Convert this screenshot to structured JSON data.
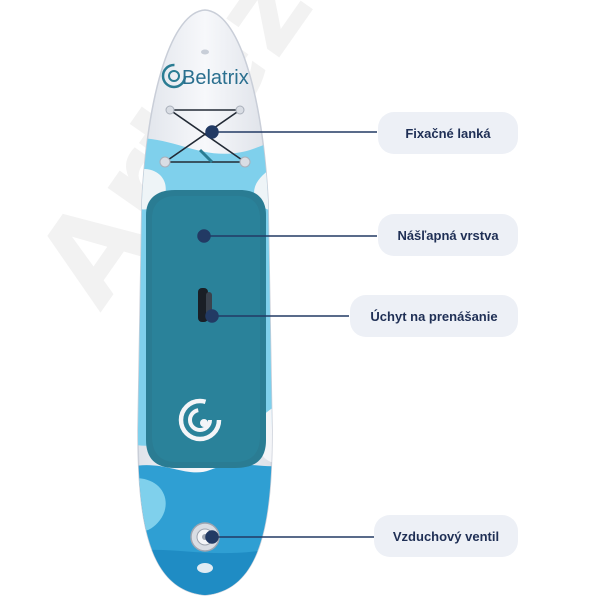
{
  "brand": {
    "name": "Belatrix"
  },
  "watermark": {
    "text": "Arteze"
  },
  "callouts": [
    {
      "label": "Fixačné lanká"
    },
    {
      "label": "Nášľapná vrstva"
    },
    {
      "label": "Úchyt na prenášanie"
    },
    {
      "label": "Vzduchový ventil"
    }
  ],
  "colors": {
    "board_white": "#f4f5f8",
    "light_blue": "#7fd0ec",
    "mid_blue": "#2f9fd3",
    "deck_pad": "#2a7c93",
    "accent_dark": "#223a64",
    "callout_bg": "#edf0f6"
  },
  "icons": [
    "brand-logo-icon",
    "spiral-logo-icon",
    "carry-handle-icon",
    "air-valve-icon"
  ]
}
